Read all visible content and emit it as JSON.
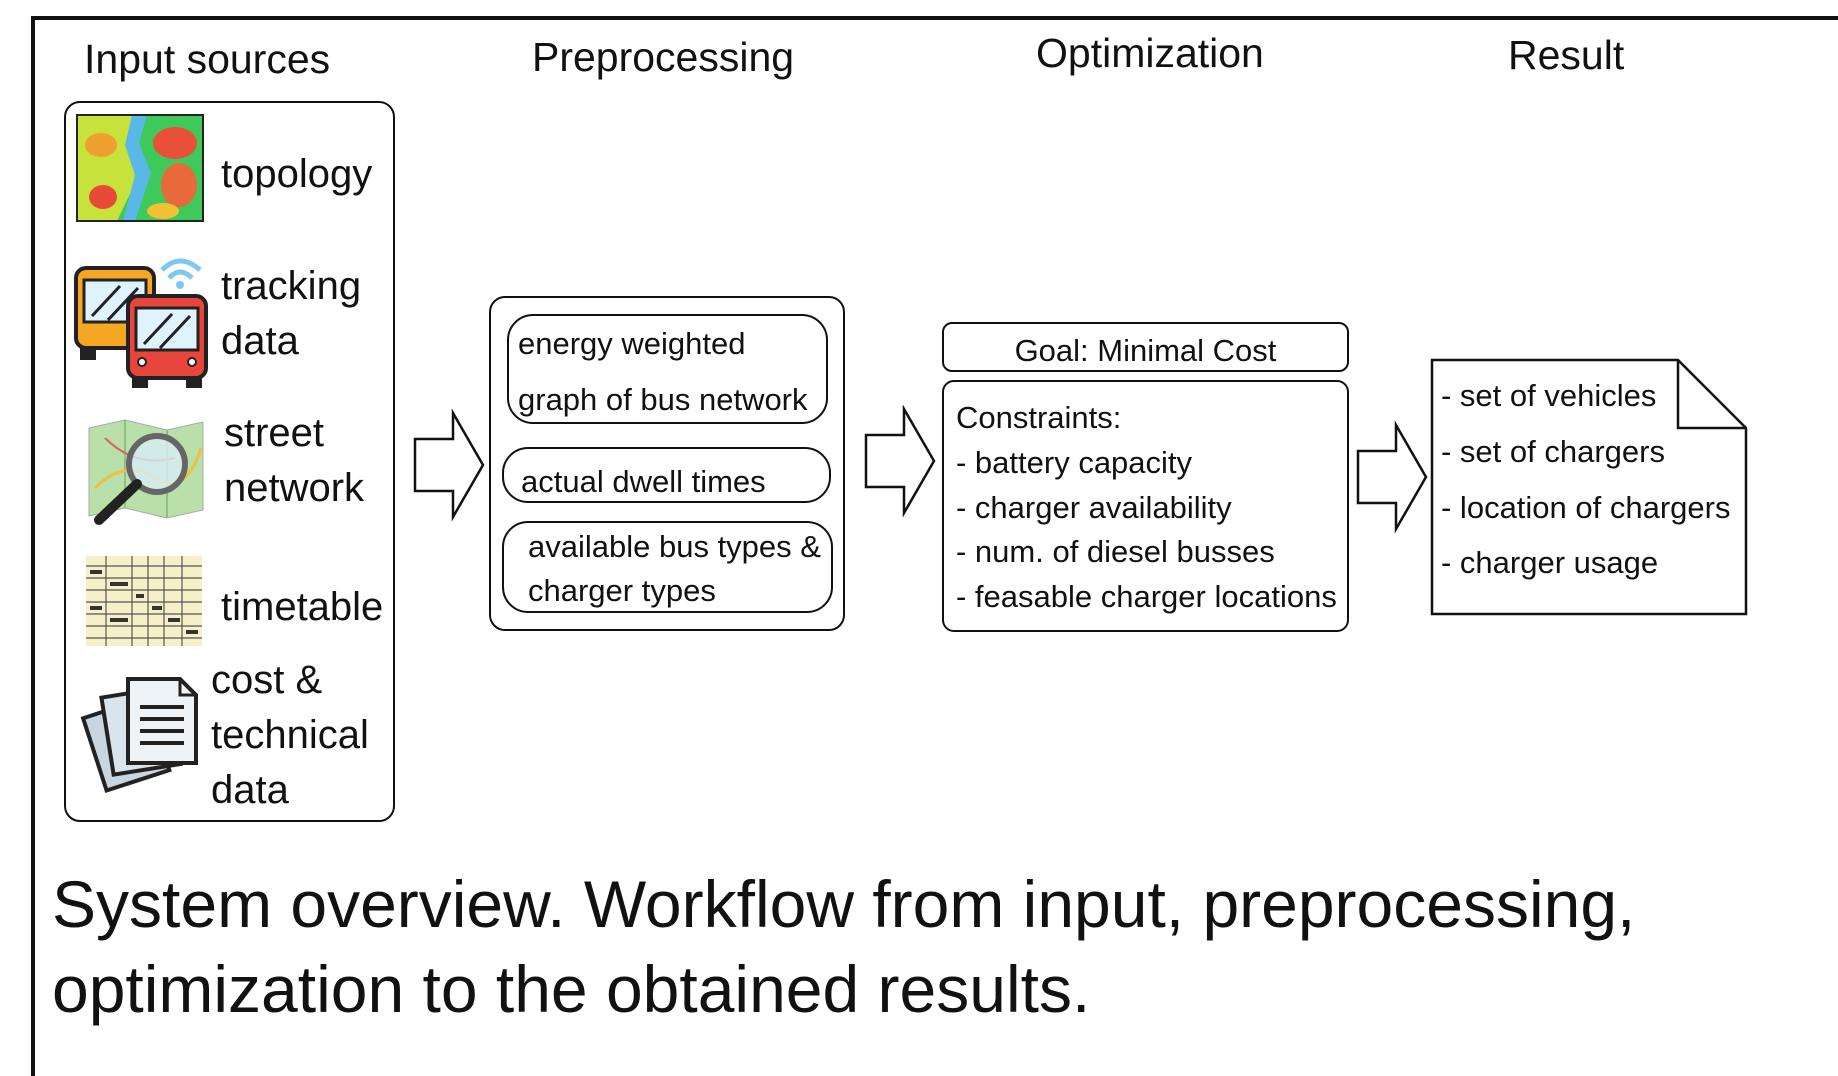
{
  "columns": {
    "input": "Input sources",
    "preprocessing": "Preprocessing",
    "optimization": "Optimization",
    "result": "Result"
  },
  "inputs": [
    {
      "icon": "topology-map-icon",
      "lines": [
        "topology"
      ]
    },
    {
      "icon": "bus-tracking-icon",
      "lines": [
        "tracking",
        "data"
      ]
    },
    {
      "icon": "street-map-magnifier-icon",
      "lines": [
        "street",
        "network"
      ]
    },
    {
      "icon": "timetable-icon",
      "lines": [
        "timetable"
      ]
    },
    {
      "icon": "documents-icon",
      "lines": [
        "cost &",
        "technical",
        "data"
      ]
    }
  ],
  "preprocessing": {
    "items": [
      [
        "energy weighted",
        "graph of bus network"
      ],
      [
        "actual dwell times"
      ],
      [
        "available bus types &",
        "charger types"
      ]
    ]
  },
  "optimization": {
    "goal": "Goal: Minimal Cost",
    "constraints_title": "Constraints:",
    "constraints": [
      "- battery capacity",
      "- charger availability",
      "- num. of diesel busses",
      "- feasable charger locations"
    ]
  },
  "result": {
    "items": [
      "- set of vehicles",
      "- set of chargers",
      "- location of chargers",
      "- charger usage"
    ]
  },
  "caption": {
    "line1": "System overview. Workflow from input, preprocessing,",
    "line2": "optimization to the obtained results."
  }
}
